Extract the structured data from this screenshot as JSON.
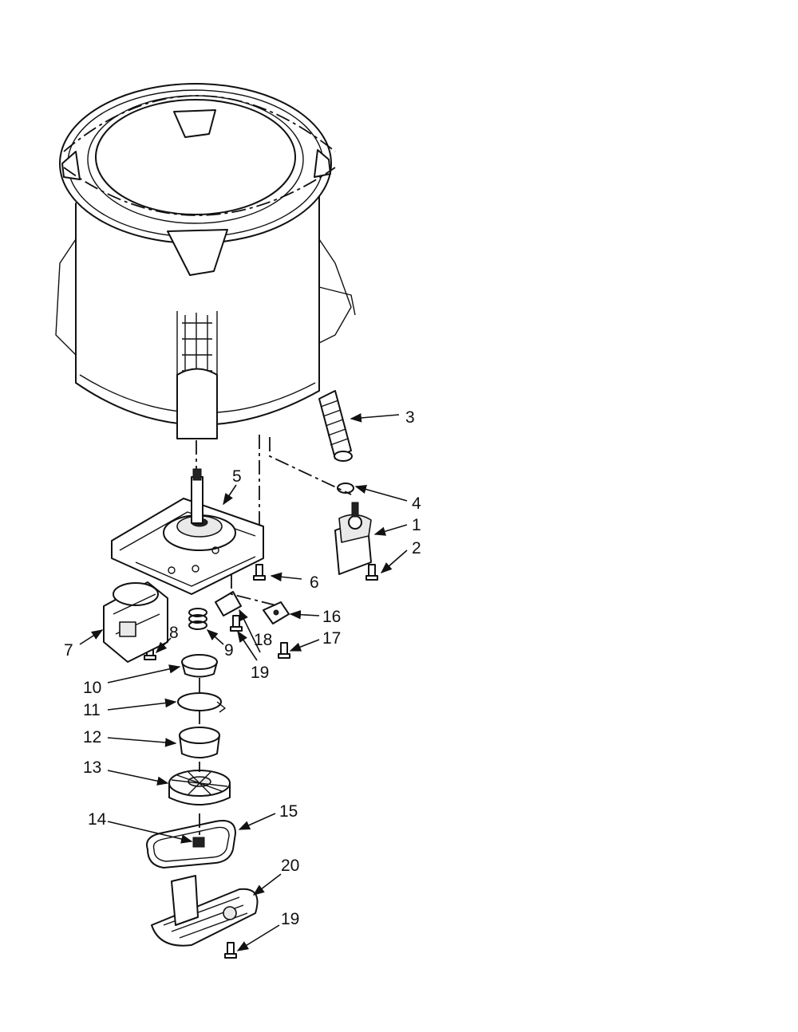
{
  "callouts": [
    {
      "id": "1",
      "label": "1"
    },
    {
      "id": "2",
      "label": "2"
    },
    {
      "id": "3",
      "label": "3"
    },
    {
      "id": "4",
      "label": "4"
    },
    {
      "id": "5",
      "label": "5"
    },
    {
      "id": "6",
      "label": "6"
    },
    {
      "id": "7",
      "label": "7"
    },
    {
      "id": "8",
      "label": "8"
    },
    {
      "id": "9",
      "label": "9"
    },
    {
      "id": "10",
      "label": "10"
    },
    {
      "id": "11",
      "label": "11"
    },
    {
      "id": "12",
      "label": "12"
    },
    {
      "id": "13",
      "label": "13"
    },
    {
      "id": "14",
      "label": "14"
    },
    {
      "id": "15",
      "label": "15"
    },
    {
      "id": "16",
      "label": "16"
    },
    {
      "id": "17",
      "label": "17"
    },
    {
      "id": "18",
      "label": "18"
    },
    {
      "id": "19a",
      "label": "19"
    },
    {
      "id": "19b",
      "label": "19"
    },
    {
      "id": "20",
      "label": "20"
    }
  ],
  "colors": {
    "line": "#111111",
    "background": "#ffffff"
  }
}
